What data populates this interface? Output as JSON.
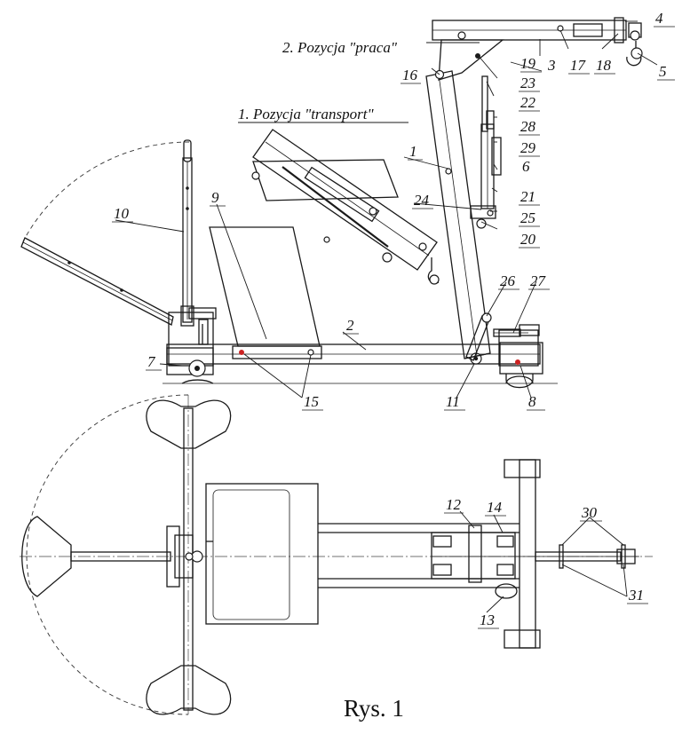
{
  "caption": "Rys. 1",
  "positions": {
    "transport": "1. Pozycja \"transport\"",
    "work": "2. Pozycja \"praca\""
  },
  "part_labels": [
    "1",
    "2",
    "3",
    "4",
    "5",
    "6",
    "7",
    "8",
    "9",
    "10",
    "11",
    "12",
    "13",
    "14",
    "15",
    "16",
    "17",
    "18",
    "19",
    "20",
    "21",
    "22",
    "23",
    "24",
    "25",
    "26",
    "27",
    "28",
    "29",
    "30",
    "31"
  ],
  "colors": {
    "line": "#1a1a1a",
    "marker": "#cc2222",
    "background": "#ffffff"
  }
}
